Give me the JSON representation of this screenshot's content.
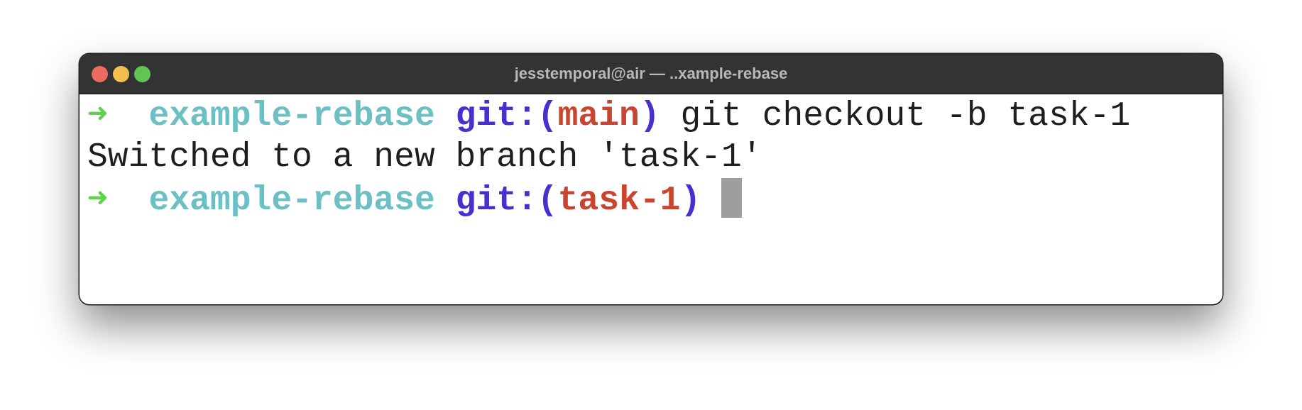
{
  "window": {
    "title": "jesstemporal@air — ..xample-rebase"
  },
  "terminal": {
    "lines": [
      {
        "arrow": "➜",
        "dir": "example-rebase",
        "git_open": "git:(",
        "branch": "main",
        "git_close": ")",
        "command": "git checkout -b task-1"
      },
      {
        "output": "Switched to a new branch 'task-1'"
      },
      {
        "arrow": "➜",
        "dir": "example-rebase",
        "git_open": "git:(",
        "branch": "task-1",
        "git_close": ")",
        "command": ""
      }
    ]
  },
  "colors": {
    "arrow": "#5fd44a",
    "dir": "#6cc0c4",
    "git": "#4a2fd0",
    "branch": "#c9452f",
    "titlebar": "#333334"
  }
}
